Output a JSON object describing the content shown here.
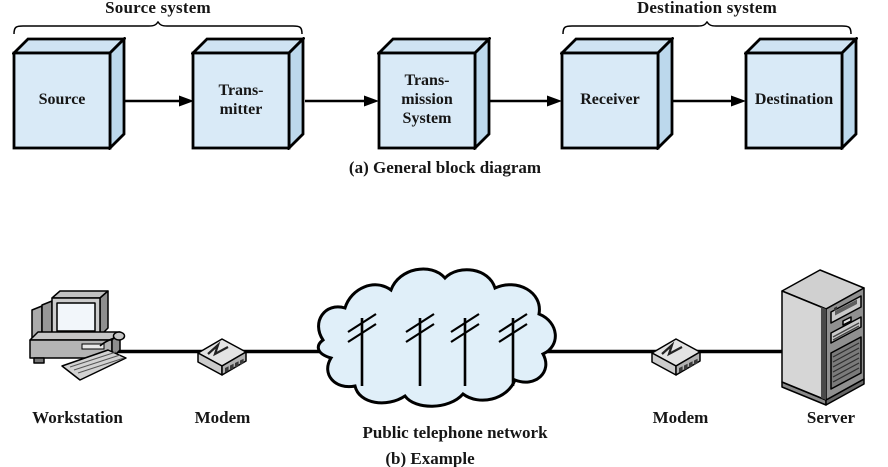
{
  "figure": {
    "panel_a": {
      "source_system_label": "Source system",
      "destination_system_label": "Destination system",
      "boxes": [
        {
          "label": "Source"
        },
        {
          "label": "Trans-\nmitter"
        },
        {
          "label": "Trans-\nmission\nSystem"
        },
        {
          "label": "Receiver"
        },
        {
          "label": "Destination"
        }
      ],
      "caption": "(a) General block diagram"
    },
    "panel_b": {
      "workstation_label": "Workstation",
      "modem_left_label": "Modem",
      "network_label": "Public telephone network",
      "modem_right_label": "Modem",
      "server_label": "Server",
      "caption": "(b) Example"
    },
    "icons": [
      "brace-icon",
      "box-3d-icon",
      "flow-arrow-icon",
      "workstation-icon",
      "modem-icon",
      "cloud-icon",
      "telephone-pole-icon",
      "server-icon",
      "cable-line"
    ],
    "colors": {
      "box_fill_front": "#d9eaf7",
      "box_fill_top": "#cfe3f2",
      "box_fill_side": "#bcd8ec",
      "cloud_fill": "#e0eff9",
      "outline": "#000000",
      "text": "#161616"
    }
  }
}
